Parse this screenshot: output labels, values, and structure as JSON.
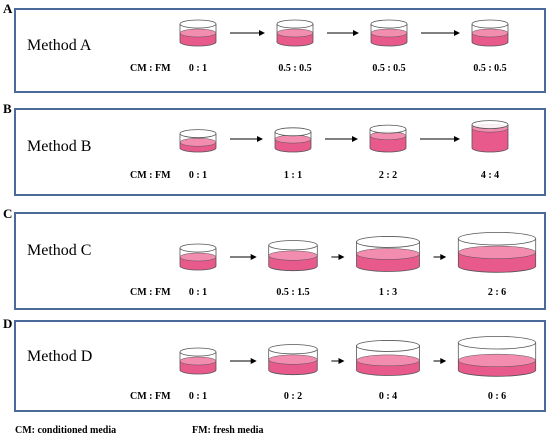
{
  "colors": {
    "panel_border": "#4a6b9a",
    "medium_fill": "#e8598c",
    "medium_top": "#f28db0",
    "dish_outline": "#555555"
  },
  "ratio_label": "CM : FM",
  "panels": [
    {
      "letter": "A",
      "title": "Method A",
      "dishes": [
        {
          "ratio": "0 : 1",
          "size": 1.0,
          "fill_fraction": 0.5
        },
        {
          "ratio": "0.5 : 0.5",
          "size": 1.0,
          "fill_fraction": 0.5
        },
        {
          "ratio": "0.5 : 0.5",
          "size": 1.0,
          "fill_fraction": 0.5
        },
        {
          "ratio": "0.5 : 0.5",
          "size": 1.0,
          "fill_fraction": 0.5
        }
      ]
    },
    {
      "letter": "B",
      "title": "Method B",
      "dishes": [
        {
          "ratio": "0 : 1",
          "size": 1.0,
          "fill_fraction": 0.4
        },
        {
          "ratio": "1 : 1",
          "size": 1.0,
          "fill_fraction": 0.55
        },
        {
          "ratio": "2 : 2",
          "size": 1.0,
          "fill_fraction": 0.65
        },
        {
          "ratio": "4 : 4",
          "size": 1.0,
          "fill_fraction": 0.85
        }
      ]
    },
    {
      "letter": "C",
      "title": "Method C",
      "dishes": [
        {
          "ratio": "0 : 1",
          "size": 1.0,
          "fill_fraction": 0.5
        },
        {
          "ratio": "0.5 : 1.5",
          "size": 1.35,
          "fill_fraction": 0.5
        },
        {
          "ratio": "1 : 3",
          "size": 1.75,
          "fill_fraction": 0.5
        },
        {
          "ratio": "2 : 6",
          "size": 2.15,
          "fill_fraction": 0.5
        }
      ]
    },
    {
      "letter": "D",
      "title": "Method D",
      "dishes": [
        {
          "ratio": "0 : 1",
          "size": 1.0,
          "fill_fraction": 0.5
        },
        {
          "ratio": "0 : 2",
          "size": 1.35,
          "fill_fraction": 0.5
        },
        {
          "ratio": "0 : 4",
          "size": 1.75,
          "fill_fraction": 0.4
        },
        {
          "ratio": "0 : 6",
          "size": 2.15,
          "fill_fraction": 0.35
        }
      ]
    }
  ],
  "legend": {
    "cm": "CM: conditioned media",
    "fm": "FM:  fresh media"
  }
}
